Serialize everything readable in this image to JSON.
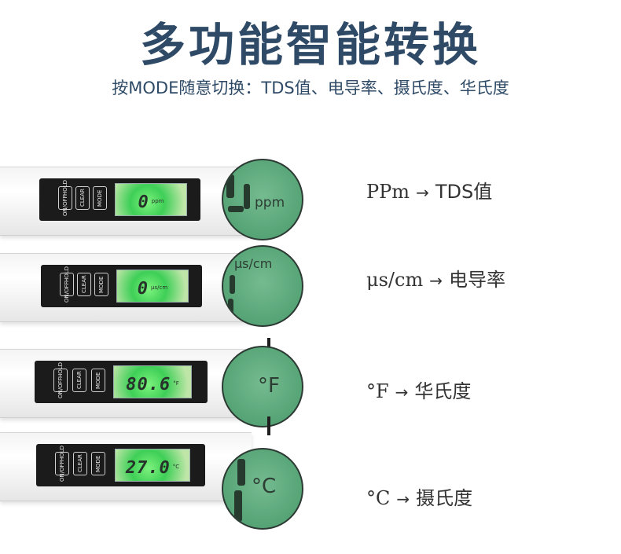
{
  "title": "多功能智能转换",
  "subtitle": "按MODE随意切换：TDS值、电导率、摄氏度、华氏度",
  "buttons": {
    "onoff": "ON/OFF",
    "hold": "HOLD",
    "clear": "CLEAR",
    "mode": "MODE"
  },
  "rows": [
    {
      "lcd_value": "0",
      "lcd_unit": "ppm",
      "zoom_unit": "ppm",
      "label_left": "PPm",
      "arrow": "→",
      "label_right": "TDS值"
    },
    {
      "lcd_value": "0",
      "lcd_unit": "μs/cm",
      "zoom_unit": "μs/cm",
      "label_left": "μs/cm",
      "arrow": "→",
      "label_right": "电导率"
    },
    {
      "lcd_value": "80.6",
      "lcd_unit": "°F",
      "zoom_unit": "°F",
      "label_left": "°F",
      "arrow": "→",
      "label_right": "华氏度"
    },
    {
      "lcd_value": "27.0",
      "lcd_unit": "°C",
      "zoom_unit": "°C",
      "label_left": "°C",
      "arrow": "→",
      "label_right": "摄氏度"
    }
  ]
}
